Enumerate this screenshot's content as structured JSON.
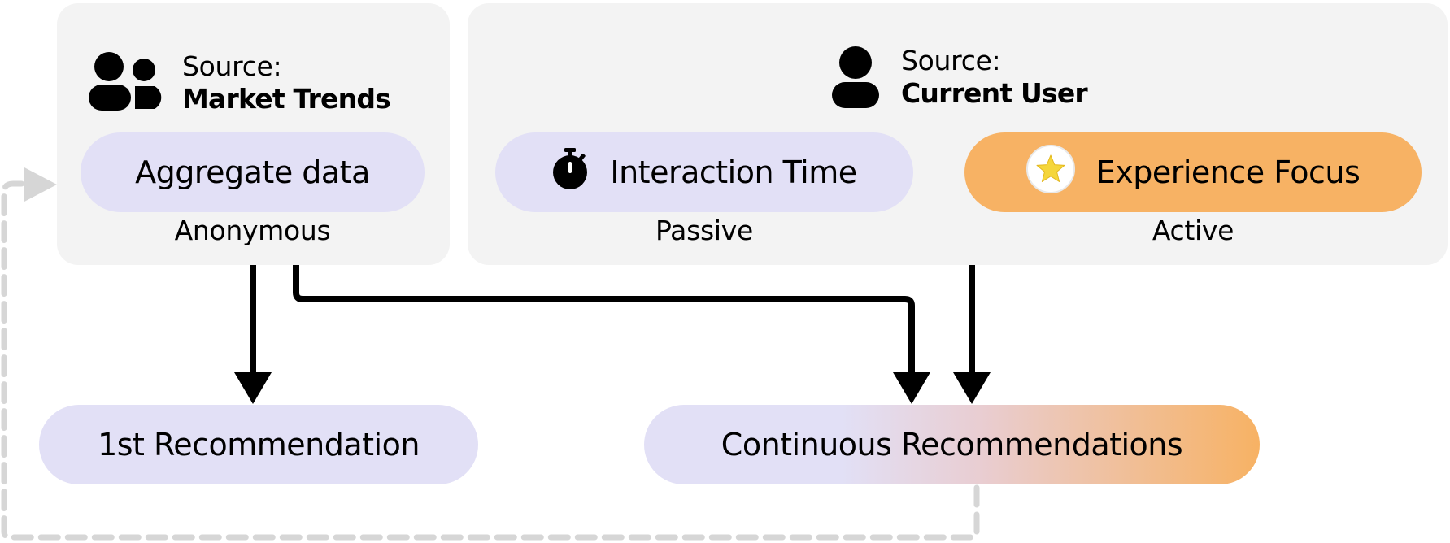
{
  "left_panel": {
    "icon": "group-icon",
    "source_label": "Source:",
    "source_value": "Market Trends",
    "pill_label": "Aggregate data",
    "caption": "Anonymous"
  },
  "right_panel": {
    "icon": "user-icon",
    "source_label": "Source:",
    "source_value": "Current User",
    "passive": {
      "icon": "stopwatch-icon",
      "pill_label": "Interaction Time",
      "caption": "Passive"
    },
    "active": {
      "icon": "star-icon",
      "pill_label": "Experience Focus",
      "caption": "Active"
    }
  },
  "outputs": {
    "first": "1st Recommendation",
    "continuous": "Continuous Recommendations"
  },
  "colors": {
    "panel": "#f3f3f3",
    "lavender": "#e2e0f6",
    "orange": "#f7b264",
    "arrow": "#000000",
    "feedback": "#d6d6d6",
    "star": "#f5d63a"
  }
}
